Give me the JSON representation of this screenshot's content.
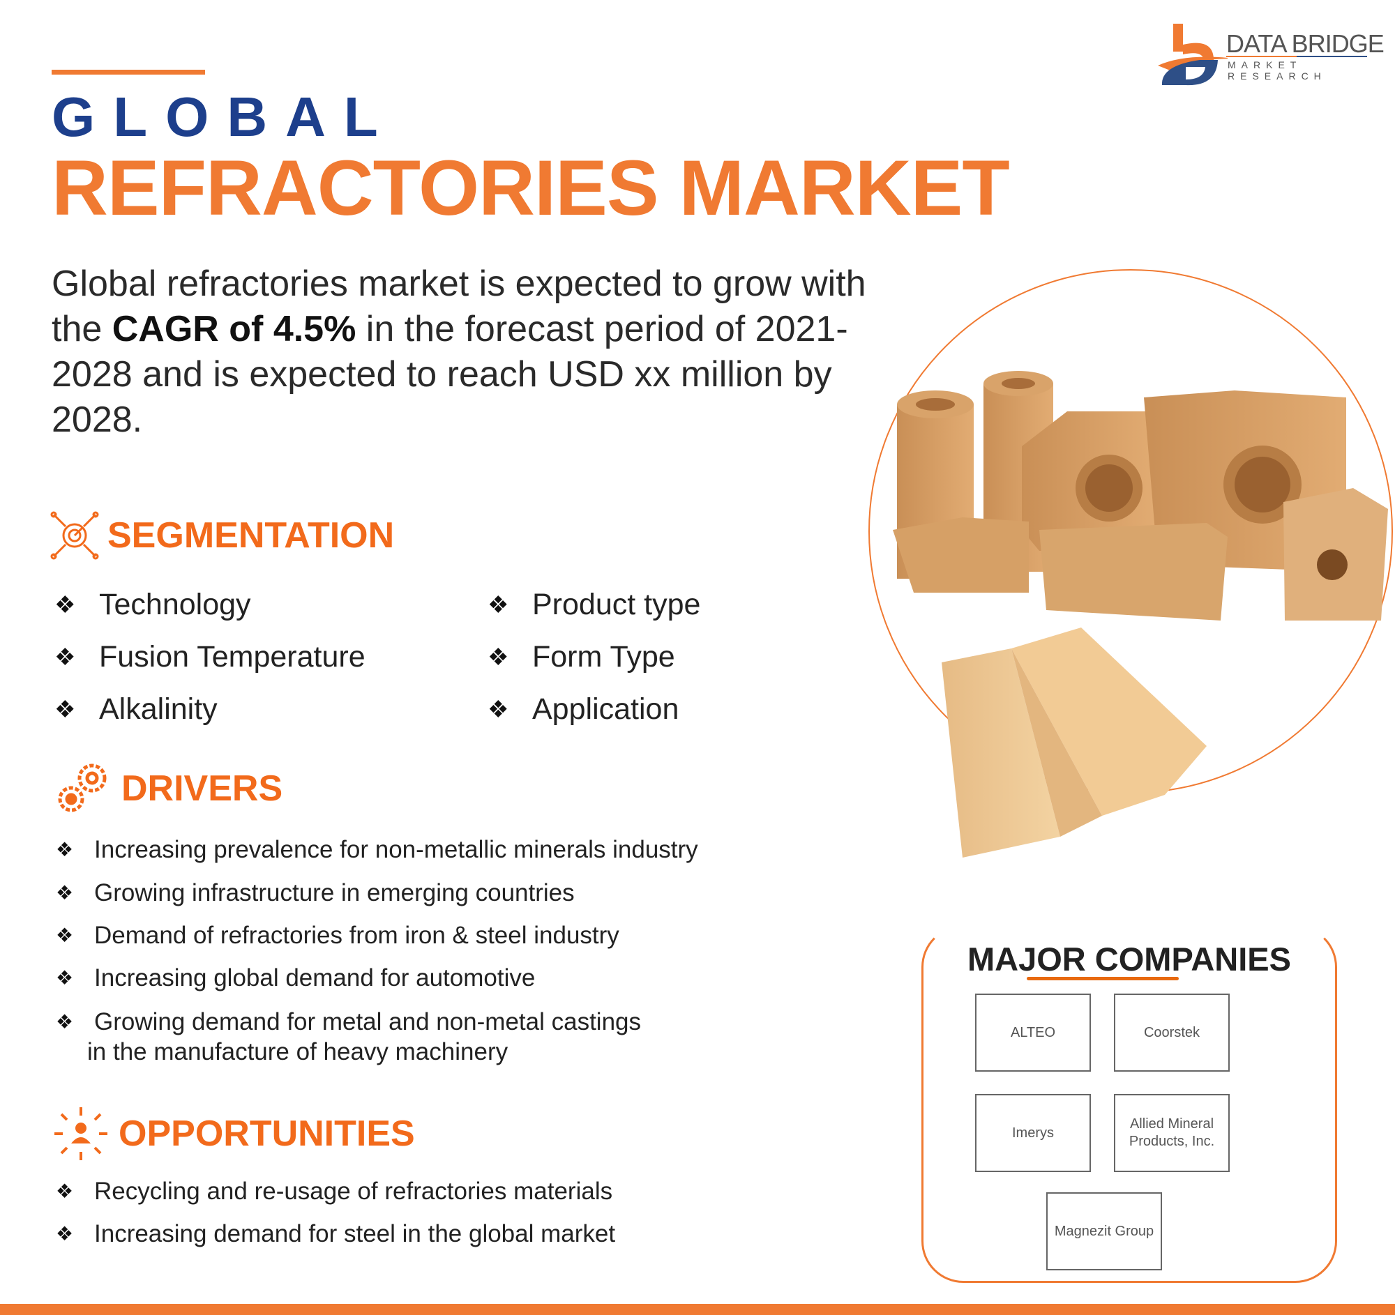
{
  "brand": {
    "name": "DATA BRIDGE",
    "tagline": "MARKET RESEARCH"
  },
  "header": {
    "line1": "GLOBAL",
    "line2": "REFRACTORIES MARKET"
  },
  "intro": {
    "before": "Global refractories market is expected to grow with the ",
    "highlight": "CAGR of 4.5%",
    "after": " in the forecast period of 2021-2028 and is expected to reach USD xx million by 2028."
  },
  "segmentation": {
    "title": "SEGMENTATION",
    "items": [
      "Technology",
      "Fusion Temperature",
      "Alkalinity",
      "Product type",
      "Form Type",
      "Application"
    ]
  },
  "drivers": {
    "title": "DRIVERS",
    "items": [
      "Increasing prevalence for non-metallic minerals industry",
      "Growing infrastructure in emerging countries",
      "Demand of refractories from iron & steel industry",
      "Increasing global demand for automotive",
      "Growing demand for metal and non-metal castings",
      "in the manufacture of heavy machinery"
    ]
  },
  "opportunities": {
    "title": "OPPORTUNITIES",
    "items": [
      "Recycling and re-usage of refractories materials",
      "Increasing demand for steel in the global market"
    ]
  },
  "companies": {
    "title": "MAJOR COMPANIES",
    "items": [
      "ALTEO",
      "Coorstek",
      "Imerys",
      "Allied Mineral Products, Inc.",
      "Magnezit Group"
    ]
  },
  "colors": {
    "orange": "#f07a32",
    "blue": "#1d3f8c"
  },
  "bullet": "❖"
}
